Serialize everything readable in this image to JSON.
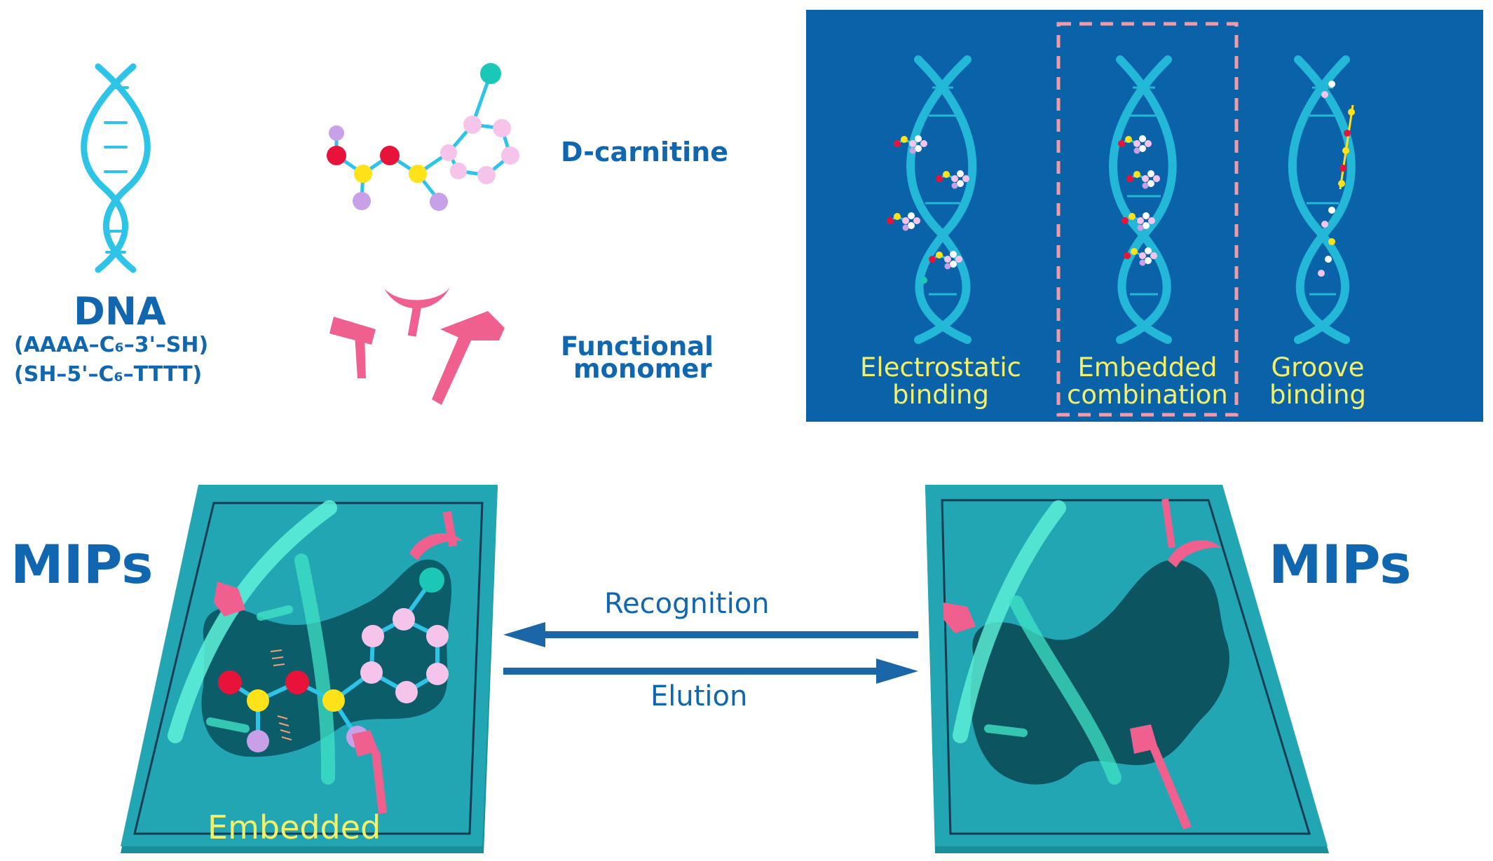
{
  "legend": {
    "dna": {
      "title": "DNA",
      "seq1": "(AAAA–C₆–3'–SH)",
      "seq2": "(SH–5'–C₆–TTTT)"
    },
    "template": "D-carnitine",
    "monomer_line1": "Functional",
    "monomer_line2": "monomer"
  },
  "binding_panel": {
    "modes": [
      {
        "line1": "Electrostatic",
        "line2": "binding"
      },
      {
        "line1": "Embedded",
        "line2": "combination"
      },
      {
        "line1": "Groove",
        "line2": "binding"
      }
    ]
  },
  "mips": {
    "left_label": "MIPs",
    "right_label": "MIPs",
    "embedded_label": "Embedded"
  },
  "arrows": {
    "recognition": "Recognition",
    "elution": "Elution"
  },
  "colors": {
    "accent_blue": "#1166b0",
    "panel_bg": "#0a63a8",
    "dna_cyan": "#2ec4e8",
    "monomer_pink": "#f0608e",
    "label_yellow": "#f2ef6a",
    "slab_teal": "#23a6b3"
  }
}
